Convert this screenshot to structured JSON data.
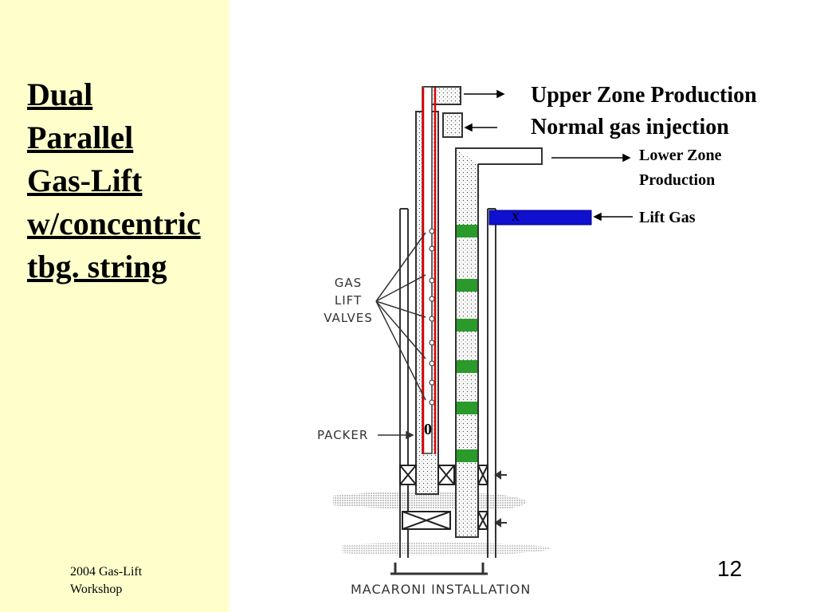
{
  "slide": {
    "title_lines": [
      "Dual",
      "Parallel",
      "Gas-Lift",
      "w/concentric",
      "tbg. string"
    ],
    "footer_lines": [
      "2004 Gas-Lift",
      "Workshop"
    ],
    "page_number": "12"
  },
  "diagram": {
    "upper_zone_label": "Upper Zone Production",
    "normal_injection_label": "Normal gas injection",
    "lower_zone_lines": [
      "Lower Zone",
      "Production"
    ],
    "lift_gas_label": "Lift Gas",
    "valves_label_lines": [
      "GAS",
      "LIFT",
      "VALVES"
    ],
    "packer_label": "PACKER",
    "installation_caption": "MACARONI INSTALLATION",
    "valve_marker": "x",
    "orifice_marker": "0",
    "colors": {
      "red_tubing": "#e00000",
      "lift_gas_bar": "#1010d0",
      "green_marks": "#2a9a2a",
      "sidebar": "#ffffcc"
    }
  }
}
